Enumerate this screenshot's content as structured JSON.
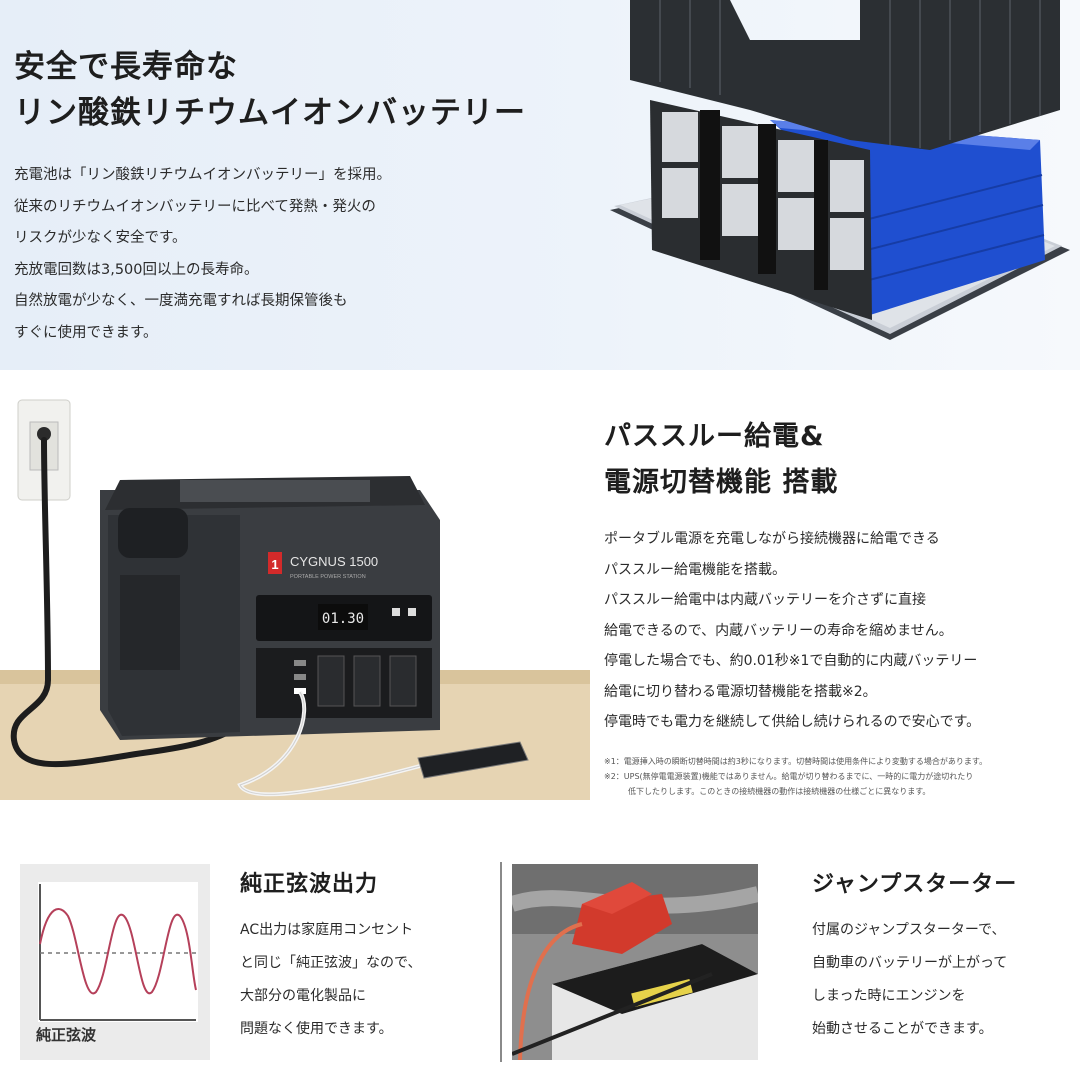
{
  "battery_section": {
    "title_lines": [
      "安全で長寿命な",
      "リン酸鉄リチウムイオンバッテリー"
    ],
    "body_lines": [
      "充電池は「リン酸鉄リチウムイオンバッテリー」を採用。",
      "従来のリチウムイオンバッテリーに比べて発熱・発火の",
      "リスクが少なく安全です。",
      "充放電回数は3,500回以上の長寿命。",
      "自然放電が少なく、一度満充電すれば長期保管後も",
      "すぐに使用できます。"
    ],
    "image": "lifepo4-battery-pack-illustration",
    "colors": {
      "background": "#e9f0f9",
      "cell_blue": "#1f4fd0",
      "casing": "#2b2f33"
    }
  },
  "passthrough_section": {
    "title_lines": [
      "パススルー給電&",
      "電源切替機能 搭載"
    ],
    "body_lines": [
      "ポータブル電源を充電しながら接続機器に給電できる",
      "パススルー給電機能を搭載。",
      "パススルー給電中は内蔵バッテリーを介さずに直接",
      "給電できるので、内蔵バッテリーの寿命を縮めません。",
      "停電した場合でも、約0.01秒※1で自動的に内蔵バッテリー",
      "給電に切り替わる電源切替機能を搭載※2。",
      "停電時でも電力を継続して供給し続けられるので安心です。"
    ],
    "footnotes": [
      "※1：電源挿入時の瞬断切替時間は約3秒になります。切替時間は使用条件により変動する場合があります。",
      "※2：UPS(無停電電源装置)機能ではありません。給電が切り替わるまでに、一時的に電力が途切れたり",
      "低下したりします。このときの接続機器の動作は接続機器の仕様ごとに異なります。"
    ],
    "product": {
      "brand_badge": "1",
      "model": "CYGNUS 1500",
      "subtitle": "PORTABLE POWER STATION",
      "display": "01.30"
    },
    "image": "portable-power-station-charging-phone"
  },
  "sine_section": {
    "title": "純正弦波出力",
    "body_lines": [
      "AC出力は家庭用コンセント",
      "と同じ「純正弦波」なので、",
      "大部分の電化製品に",
      "問題なく使用できます。"
    ],
    "wave_label": "純正弦波",
    "wave_color": "#b5405a"
  },
  "jump_section": {
    "title": "ジャンプスターター",
    "body_lines": [
      "付属のジャンプスターターで、",
      "自動車のバッテリーが上がって",
      "しまった時にエンジンを",
      "始動させることができます。"
    ],
    "image": "jump-starter-clamp-on-car-battery",
    "clamp_color": "#d23a2c"
  }
}
